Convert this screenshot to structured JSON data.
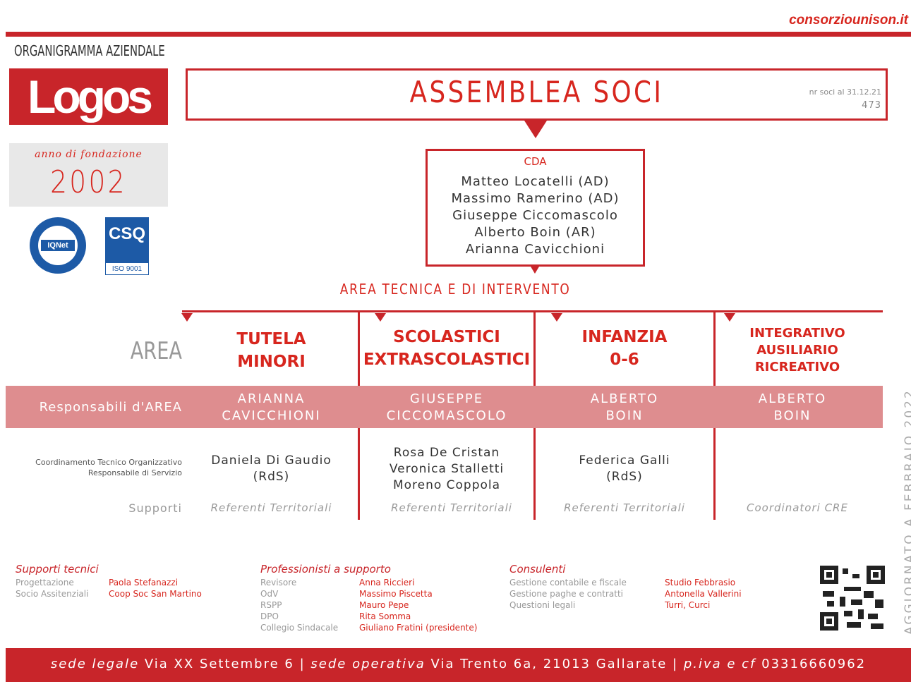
{
  "header": {
    "site": "consorziounison.it",
    "org_chart_title": "ORGANIGRAMMA AZIENDALE",
    "logo_text": "Logos",
    "founded_label": "anno di fondazione",
    "founded_year": "2002",
    "cert_iqnet": "IQNet",
    "cert_csq": "CSQ",
    "cert_iso": "ISO 9001"
  },
  "assembly": {
    "title": "ASSEMBLEA SOCI",
    "members_label": "nr soci al 31.12.21",
    "members_count": "473"
  },
  "cda": {
    "title": "CDA",
    "members": [
      "Matteo Locatelli (AD)",
      "Massimo Ramerino (AD)",
      "Giuseppe Ciccomascolo",
      "Alberto Boin (AR)",
      "Arianna Cavicchioni"
    ]
  },
  "area_section_title": "AREA TECNICA E DI INTERVENTO",
  "row_labels": {
    "area": "AREA",
    "managers": "Responsabili d'AREA",
    "coordination_1": "Coordinamento Tecnico Organizzativo",
    "coordination_2": "Responsabile di Servizio",
    "supports": "Supporti"
  },
  "areas": [
    {
      "name_lines": [
        "TUTELA",
        "MINORI"
      ],
      "manager_lines": [
        "ARIANNA",
        "CAVICCHIONI"
      ],
      "coordinators": [
        "Daniela Di Gaudio",
        "(RdS)"
      ],
      "support": "Referenti Territoriali"
    },
    {
      "name_lines": [
        "SCOLASTICI",
        "EXTRASCOLASTICI"
      ],
      "manager_lines": [
        "GIUSEPPE",
        "CICCOMASCOLO"
      ],
      "coordinators": [
        "Rosa De Cristan",
        "Veronica Stalletti",
        "Moreno Coppola"
      ],
      "support": "Referenti Territoriali"
    },
    {
      "name_lines": [
        "INFANZIA",
        "0-6"
      ],
      "manager_lines": [
        "ALBERTO",
        "BOIN"
      ],
      "coordinators": [
        "Federica Galli",
        "(RdS)"
      ],
      "support": "Referenti Territoriali"
    },
    {
      "name_lines": [
        "INTEGRATIVO",
        "AUSILIARIO",
        "RICREATIVO"
      ],
      "manager_lines": [
        "ALBERTO",
        "BOIN"
      ],
      "coordinators": [],
      "support": "Coordinatori CRE"
    }
  ],
  "footer_blocks": [
    {
      "title": "Supporti tecnici",
      "rows": [
        {
          "label": "Progettazione",
          "value": "Paola Stefanazzi"
        },
        {
          "label": "Socio Assitenziali",
          "value": "Coop Soc San Martino"
        }
      ]
    },
    {
      "title": "Professionisti a supporto",
      "rows": [
        {
          "label": "Revisore",
          "value": "Anna Riccieri"
        },
        {
          "label": "OdV",
          "value": "Massimo Piscetta"
        },
        {
          "label": "RSPP",
          "value": "Mauro Pepe"
        },
        {
          "label": "DPO",
          "value": "Rita Somma"
        },
        {
          "label": "Collegio Sindacale",
          "value": "Giuliano Fratini (presidente)"
        }
      ]
    },
    {
      "title": "Consulenti",
      "rows": [
        {
          "label": "Gestione contabile e fiscale",
          "value": "Studio Febbrasio"
        },
        {
          "label": "Gestione paghe e contratti",
          "value": "Antonella Vallerini"
        },
        {
          "label": "Questioni legali",
          "value": "Turri, Curci"
        }
      ]
    }
  ],
  "updated_note": "AGGIORNATO A FEBBRAIO 2022",
  "address_bar": {
    "legal_label": "sede legale",
    "legal_value": "Via XX Settembre 6",
    "operative_label": "sede operativa",
    "operative_value": "Via Trento 6a, 21013 Gallarate",
    "vat_label": "p.iva e cf",
    "vat_value": "03316660962",
    "separator": "|"
  },
  "colors": {
    "accent": "#c8252a",
    "band": "#de8d8f"
  }
}
